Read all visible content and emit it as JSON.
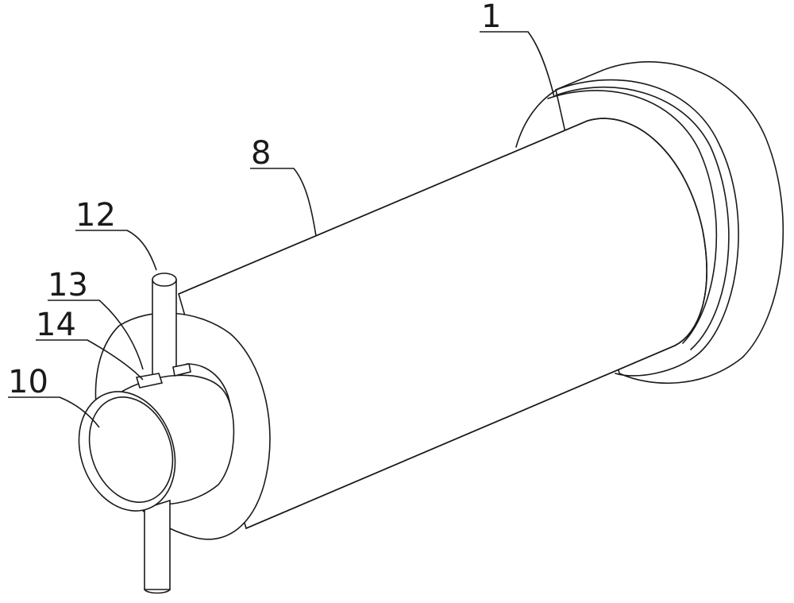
{
  "labels": {
    "part_1": "1",
    "part_8": "8",
    "part_12": "12",
    "part_13": "13",
    "part_14": "14",
    "part_10": "10"
  }
}
